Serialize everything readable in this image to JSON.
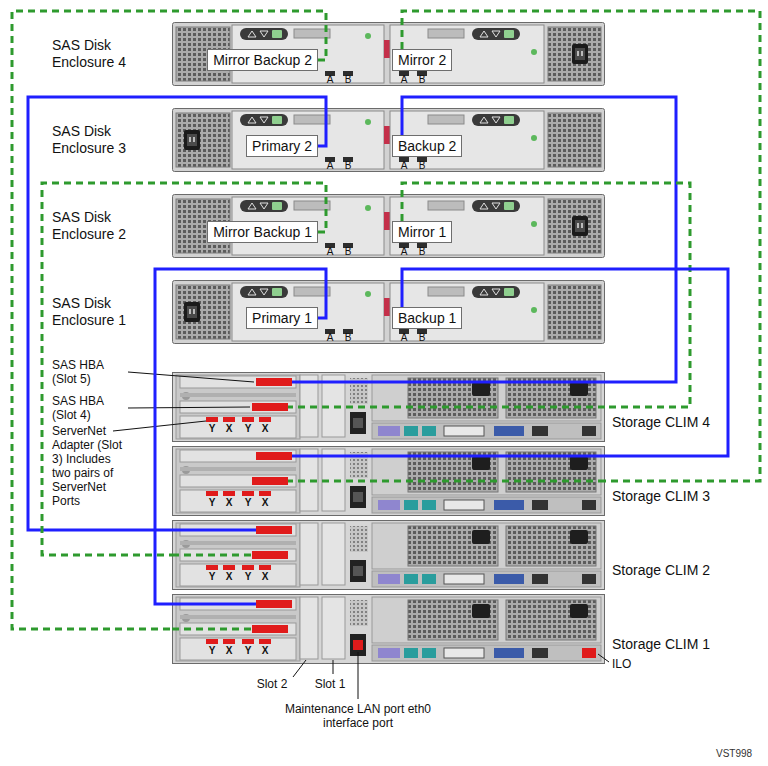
{
  "diagram": {
    "nodes": [
      {
        "text": [
          "SAS Disk Enclosure 4"
        ]
      },
      {
        "text": [
          "Mirror Backup 2"
        ],
        "in": 0
      },
      {
        "text": [
          "Mirror 2"
        ],
        "in": 0
      },
      {
        "text": [
          "SAS Disk Enclosure 3"
        ]
      },
      {
        "text": [
          "Primary 2"
        ],
        "in": 3
      },
      {
        "text": [
          "Backup 2"
        ],
        "in": 3
      },
      {
        "text": [
          "SAS Disk Enclosure 2"
        ]
      },
      {
        "text": [
          "Mirror Backup 1"
        ],
        "in": 6
      },
      {
        "text": [
          "Mirror 1"
        ],
        "in": 6
      },
      {
        "text": [
          "SAS Disk Enclosure 1"
        ]
      },
      {
        "text": [
          "Primary 1"
        ],
        "in": 9
      },
      {
        "text": [
          "Backup 1"
        ],
        "in": 9
      },
      {
        "text": [
          "Storage CLIM 4"
        ]
      },
      {
        "text": [
          "Storage CLIM 3"
        ]
      },
      {
        "text": [
          "Storage CLIM 2"
        ]
      },
      {
        "text": [
          "Storage CLIM 1"
        ]
      }
    ],
    "edges": [
      {
        "from": 1,
        "to": 15,
        "arrow": "none"
      },
      {
        "from": 2,
        "to": 13,
        "arrow": "none"
      },
      {
        "from": 4,
        "to": 14,
        "arrow": "none"
      },
      {
        "from": 5,
        "to": 12,
        "arrow": "none"
      },
      {
        "from": 7,
        "to": 14,
        "arrow": "none"
      },
      {
        "from": 8,
        "to": 12,
        "arrow": "none"
      },
      {
        "from": 10,
        "to": 15,
        "arrow": "none"
      },
      {
        "from": 11,
        "to": 13,
        "arrow": "none"
      }
    ],
    "labels": [
      "A",
      "B",
      "A",
      "B",
      "A",
      "B",
      "A",
      "B",
      "A",
      "B",
      "A",
      "B",
      "A",
      "B",
      "A",
      "B",
      "SAS HBA (Slot 5)",
      "SAS HBA (Slot 4)",
      "ServerNet Adapter (Slot 3) Includes two pairs of ServerNet Ports",
      "Y",
      "X",
      "Y",
      "X",
      "Y",
      "X",
      "Y",
      "X",
      "Y",
      "X",
      "Y",
      "X",
      "Y",
      "X",
      "Y",
      "X",
      "ILO",
      "Slot 2",
      "Slot 1",
      "Maintenance LAN port eth0 interface port",
      "VST998"
    ]
  }
}
